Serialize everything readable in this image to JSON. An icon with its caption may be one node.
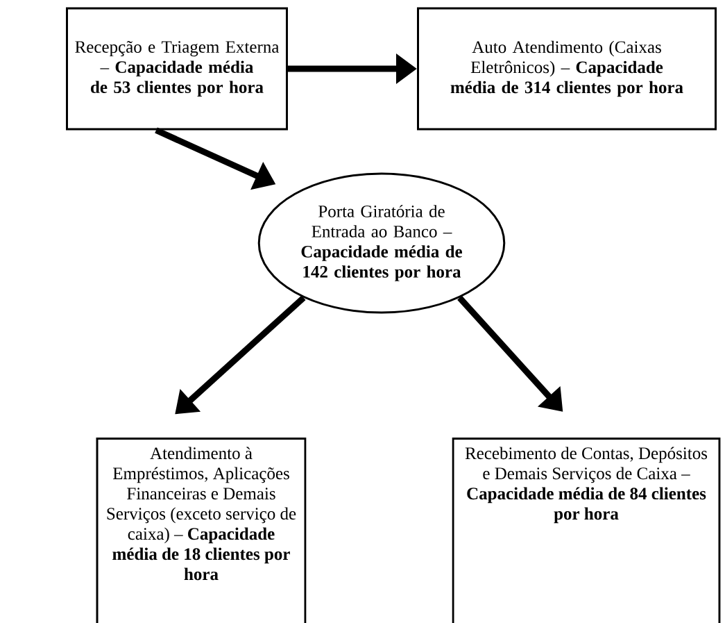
{
  "diagram": {
    "nodes": [
      {
        "text": [
          "Recepção e Triagem Externa – **Capacidade média de 53 clientes por hora**"
        ]
      },
      {
        "text": [
          "Auto Atendimento (Caixas Eletrônicos) – **Capacidade média de 314 clientes por hora**"
        ]
      },
      {
        "text": [
          "Porta Giratória de Entrada ao Banco – **Capacidade média de 142 clientes por hora**"
        ]
      },
      {
        "text": [
          "Atendimento à Empréstimos, Aplicações Financeiras e Demais Serviços (exceto serviço de caixa) – **Capacidade média de 18 clientes por hora**"
        ]
      },
      {
        "text": [
          "Recebimento de Contas, Depósitos e Demais Serviços de Caixa – **Capacidade média de 84 clientes por hora**"
        ]
      }
    ],
    "edges": [
      {
        "from": 0,
        "to": 1,
        "arrow": "to"
      },
      {
        "from": 0,
        "to": 2,
        "arrow": "to"
      },
      {
        "from": 2,
        "to": 3,
        "arrow": "to"
      },
      {
        "from": 2,
        "to": 4,
        "arrow": "to"
      }
    ]
  }
}
